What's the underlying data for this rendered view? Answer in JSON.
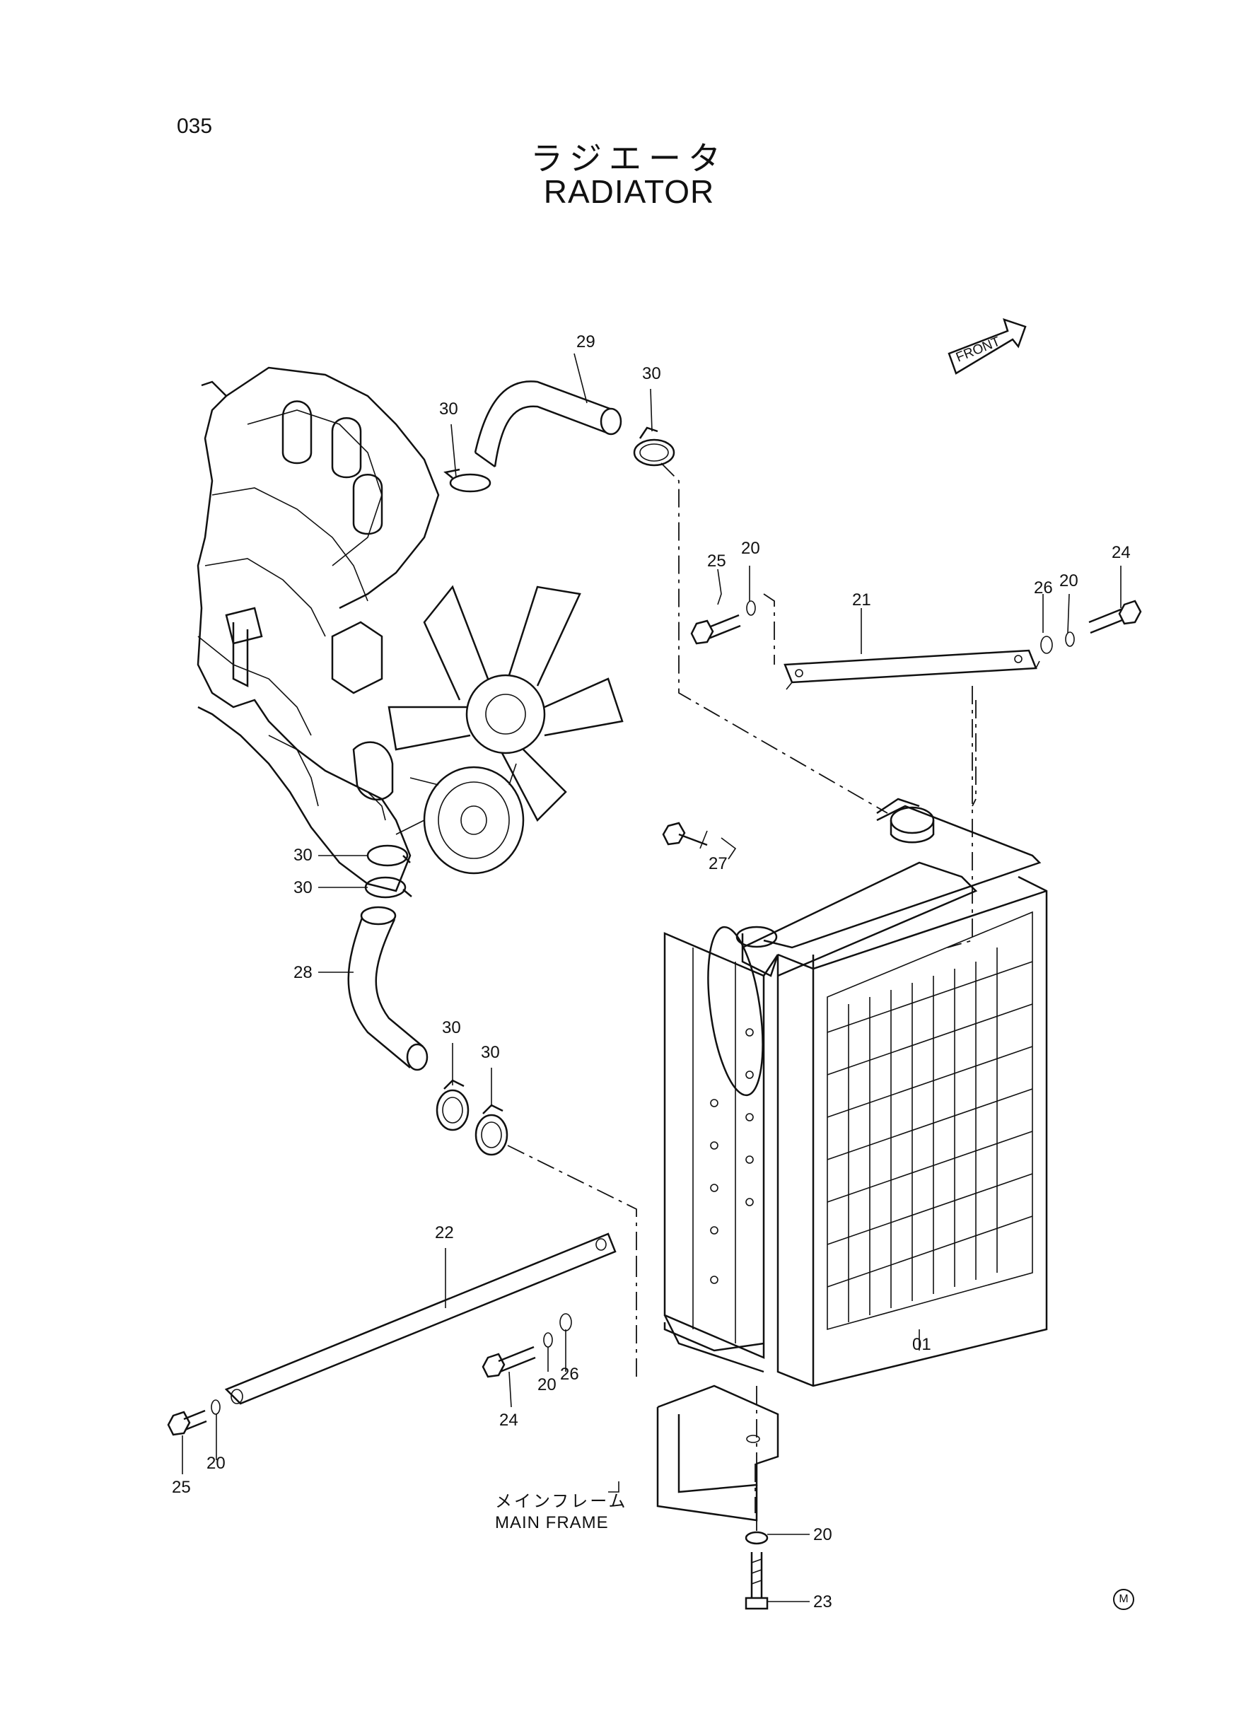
{
  "header": {
    "page_number": "035",
    "title_ja": "ラジエータ",
    "title_en": "RADIATOR"
  },
  "front_arrow": {
    "label": "FRONT"
  },
  "main_frame": {
    "label_ja": "メインフレーム",
    "label_en": "MAIN FRAME"
  },
  "callouts": {
    "c01": "01",
    "c20a": "20",
    "c20b": "20",
    "c20c": "20",
    "c20d": "20",
    "c20e": "20",
    "c21": "21",
    "c22": "22",
    "c23": "23",
    "c24a": "24",
    "c24b": "24",
    "c25a": "25",
    "c25b": "25",
    "c26a": "26",
    "c26b": "26",
    "c27": "27",
    "c28": "28",
    "c29": "29",
    "c30a": "30",
    "c30b": "30",
    "c30c": "30",
    "c30d": "30",
    "c30e": "30",
    "c30f": "30"
  },
  "corner_mark": "M"
}
